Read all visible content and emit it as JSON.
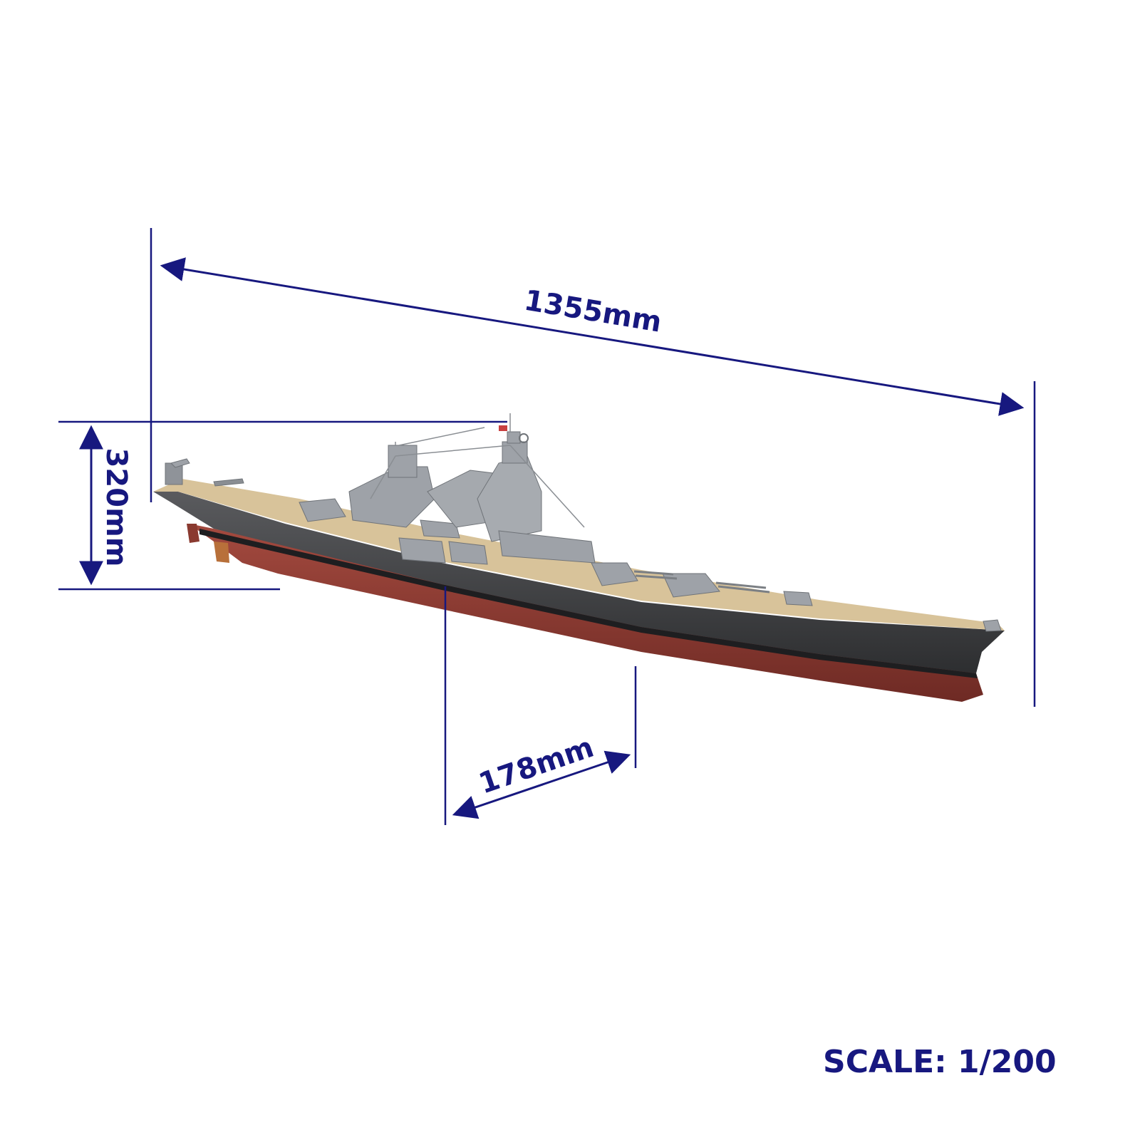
{
  "product": {
    "subject": "1/200 battleship model"
  },
  "dimensions": {
    "length": "1355mm",
    "height": "320mm",
    "beam": "178mm"
  },
  "scale": {
    "label": "SCALE: 1/200"
  },
  "colors": {
    "accent": "#17187f",
    "hull_red": "#8a3a30",
    "hull_gray": "#3f4042",
    "deck": "#d8c39a",
    "superstructure": "#9a9ea4"
  }
}
